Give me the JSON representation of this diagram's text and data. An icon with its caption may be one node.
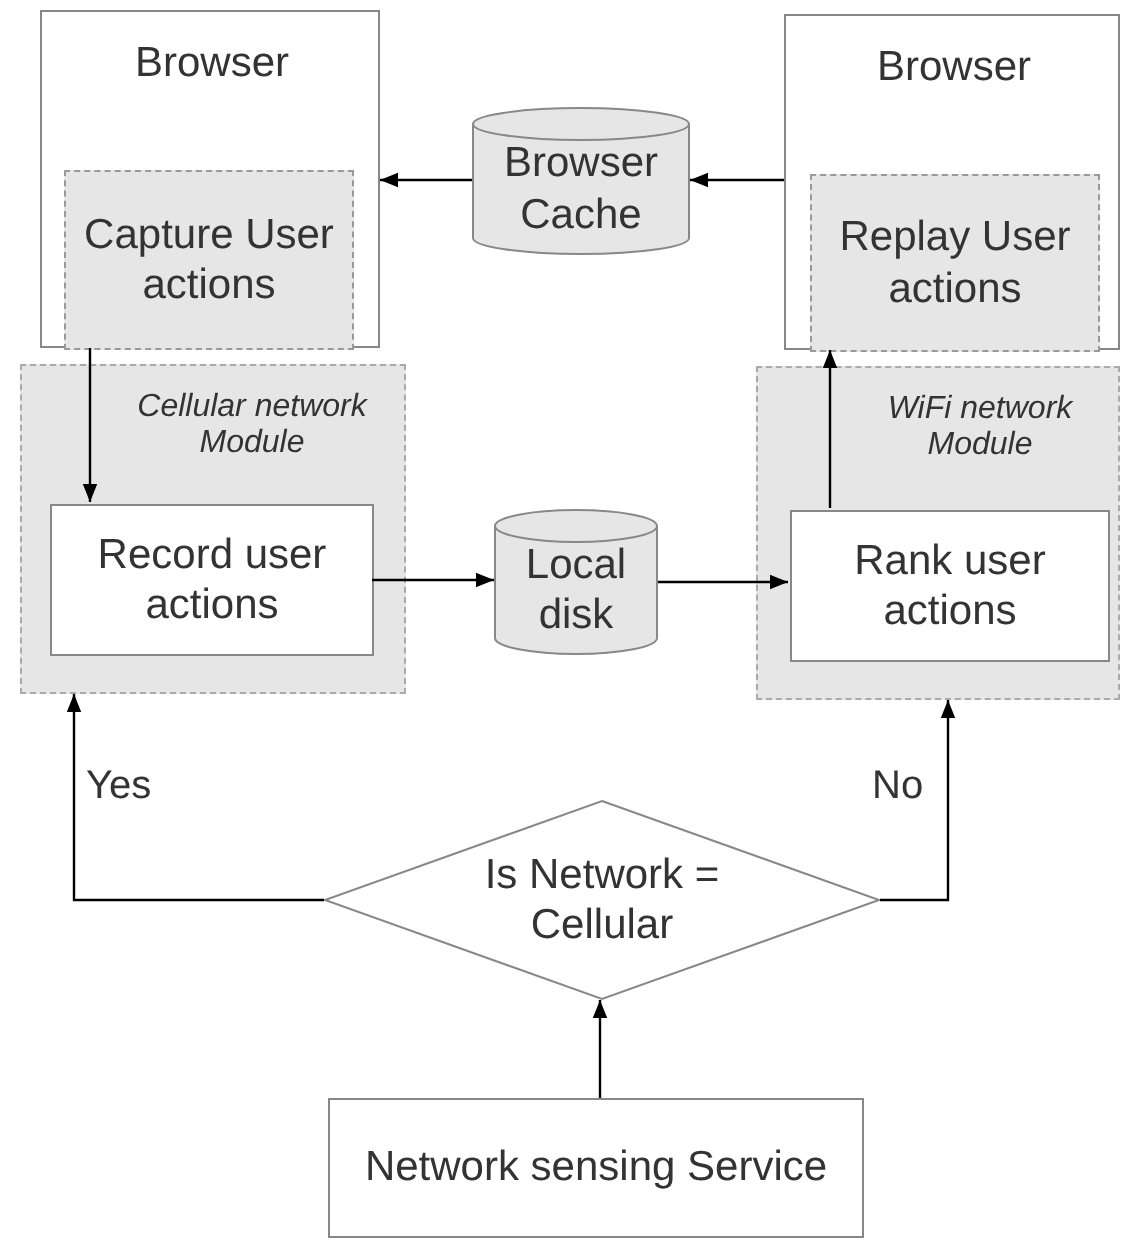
{
  "diagram": {
    "nodes": [
      {
        "text": [
          "Browser"
        ]
      },
      {
        "text": [
          "Capture User actions"
        ],
        "in": 0
      },
      {
        "text": [
          "Browser Cache"
        ]
      },
      {
        "text": [
          "Browser"
        ]
      },
      {
        "text": [
          "Replay User actions"
        ],
        "in": 3
      },
      {
        "text": [
          "Cellular network Module"
        ]
      },
      {
        "text": [
          "Record user actions"
        ],
        "in": 5
      },
      {
        "text": [
          "Local disk"
        ]
      },
      {
        "text": [
          "WiFi network Module"
        ]
      },
      {
        "text": [
          "Rank user actions"
        ],
        "in": 8
      },
      {
        "text": [
          "Is Network = Cellular"
        ]
      },
      {
        "text": [
          "Network sensing Service"
        ]
      }
    ],
    "edges": [
      {
        "from": 3,
        "to": 2,
        "arrow": "to"
      },
      {
        "from": 2,
        "to": 0,
        "arrow": "to"
      },
      {
        "from": 1,
        "to": 6,
        "arrow": "to"
      },
      {
        "from": 6,
        "to": 7,
        "arrow": "to"
      },
      {
        "from": 7,
        "to": 9,
        "arrow": "to"
      },
      {
        "from": 9,
        "to": 4,
        "arrow": "to"
      },
      {
        "from": 10,
        "to": 5,
        "label": "Yes",
        "arrow": "to"
      },
      {
        "from": 10,
        "to": 8,
        "label": "No",
        "arrow": "to"
      },
      {
        "from": 11,
        "to": 10,
        "arrow": "to"
      }
    ]
  }
}
